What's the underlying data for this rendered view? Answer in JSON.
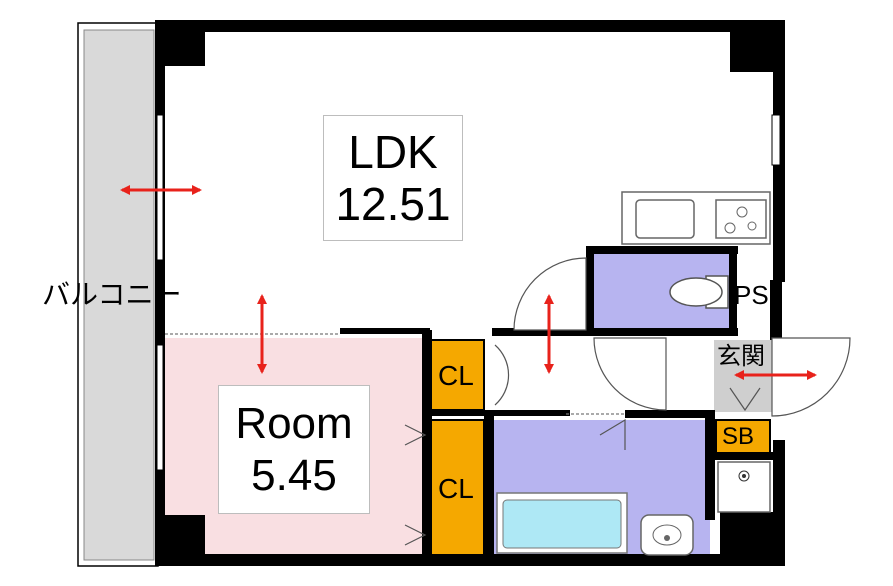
{
  "plan": {
    "balcony_label": "バルコニー",
    "ldk": {
      "name": "LDK",
      "area": "12.51"
    },
    "room": {
      "name": "Room",
      "area": "5.45"
    },
    "closet_upper": "CL",
    "closet_lower": "CL",
    "pipe_space": "PS",
    "entrance": "玄関",
    "shoe_box": "SB"
  },
  "colors": {
    "wall": "#000000",
    "balcony": "#d9d9d9",
    "room_fill": "#f9dfe2",
    "wet_area": "#b7b4f0",
    "closet": "#f5a800",
    "bath_tub": "#aee8f5",
    "entrance_floor": "#cfcfcf",
    "arrow": "#e8221b"
  },
  "icons": [
    "double-arrow-icon",
    "toilet-icon",
    "stove-icon",
    "sink-icon",
    "washbasin-icon",
    "drain-icon"
  ]
}
